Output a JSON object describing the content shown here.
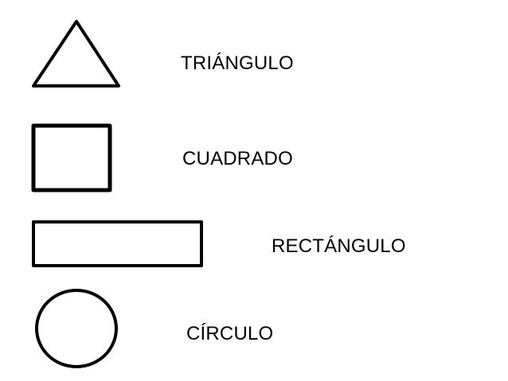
{
  "labels": {
    "triangle": "TRIÁNGULO",
    "square": "CUADRADO",
    "rectangle": "RECTÁNGULO",
    "circle": "CÍRCULO"
  },
  "colors": {
    "background": "#ffffff",
    "stroke": "#000000",
    "text": "#000000"
  },
  "icons": {
    "triangle": "triangle-shape",
    "square": "square-shape",
    "rectangle": "rectangle-shape",
    "circle": "circle-shape"
  }
}
